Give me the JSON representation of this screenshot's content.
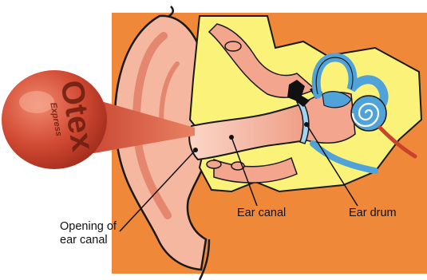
{
  "labels": {
    "opening_line1": "Opening of",
    "opening_line2": "ear canal",
    "ear_canal": "Ear canal",
    "ear_drum": "Ear drum"
  },
  "brand": {
    "name": "Otex",
    "tagline": "Express"
  },
  "colors": {
    "background_panel": "#F0883A",
    "skin": "#F6B7A0",
    "skin_dark": "#E4876E",
    "cartilage": "#FBF27A",
    "inner_ear": "#4FA3D9",
    "bulb": "#C9422E",
    "outline": "#1A1A1A"
  }
}
